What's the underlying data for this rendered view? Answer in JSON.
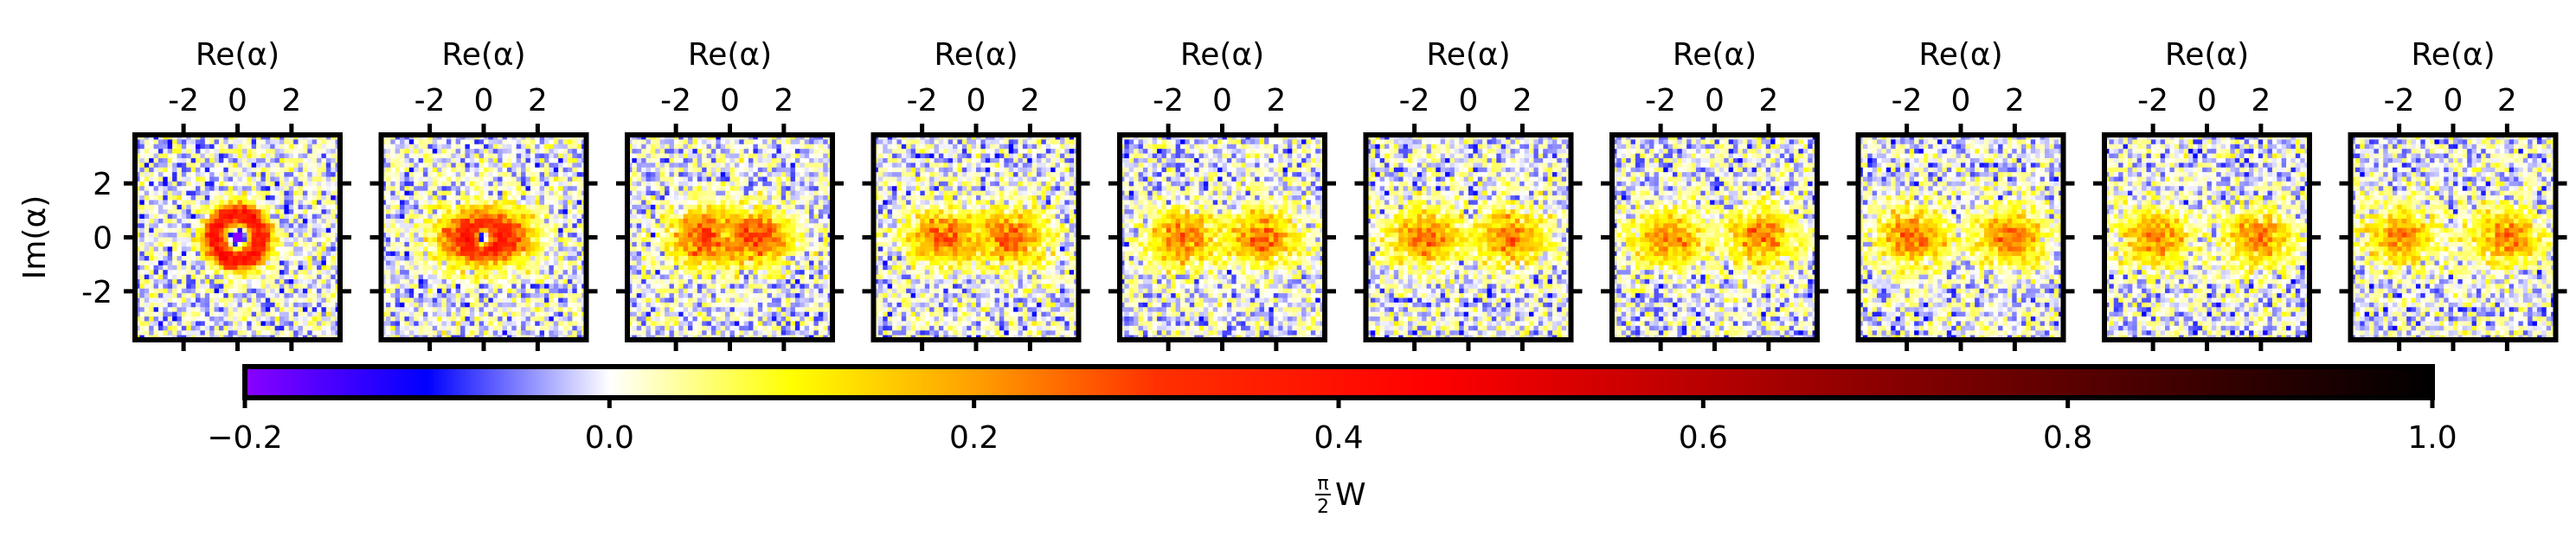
{
  "chart_data": {
    "type": "heatmap",
    "panel_count": 10,
    "x_axis": {
      "label": "Re(α)",
      "ticks": [
        -2,
        0,
        2
      ],
      "tick_labels": [
        "-2",
        "0",
        "2"
      ],
      "range": [
        -3.8,
        3.8
      ],
      "position": "top"
    },
    "y_axis": {
      "label": "Im(α)",
      "ticks": [
        2,
        0,
        -2
      ],
      "tick_labels": [
        "2",
        "0",
        "-2"
      ],
      "range": [
        -3.8,
        3.8
      ],
      "shown_on": "first panel"
    },
    "colorbar": {
      "label_fraction_numerator": "π",
      "label_fraction_denominator": "2",
      "label_symbol": "W",
      "range": [
        -0.2,
        1.0
      ],
      "ticks": [
        -0.2,
        0.0,
        0.2,
        0.4,
        0.6,
        0.8,
        1.0
      ],
      "tick_labels": [
        "−0.2",
        "0.0",
        "0.2",
        "0.4",
        "0.6",
        "0.8",
        "1.0"
      ],
      "colormap_stops": [
        {
          "value": -0.2,
          "color": "#8a00ff"
        },
        {
          "value": -0.1,
          "color": "#0000ff"
        },
        {
          "value": 0.0,
          "color": "#ffffff"
        },
        {
          "value": 0.1,
          "color": "#ffff00"
        },
        {
          "value": 0.2,
          "color": "#ffa000"
        },
        {
          "value": 0.3,
          "color": "#ff3000"
        },
        {
          "value": 0.45,
          "color": "#ff0000"
        },
        {
          "value": 0.65,
          "color": "#a00000"
        },
        {
          "value": 1.0,
          "color": "#000000"
        }
      ]
    },
    "panels": [
      {
        "index": 1,
        "lobe_separation": 0.0,
        "peak_W": 0.4,
        "central_dip": 0.55
      },
      {
        "index": 2,
        "lobe_separation": 0.6,
        "peak_W": 0.4,
        "central_dip": 0.45
      },
      {
        "index": 3,
        "lobe_separation": 1.0,
        "peak_W": 0.36,
        "central_dip": 0.3
      },
      {
        "index": 4,
        "lobe_separation": 1.3,
        "peak_W": 0.34,
        "central_dip": 0.18
      },
      {
        "index": 5,
        "lobe_separation": 1.5,
        "peak_W": 0.32,
        "central_dip": 0.1
      },
      {
        "index": 6,
        "lobe_separation": 1.6,
        "peak_W": 0.32,
        "central_dip": 0.08
      },
      {
        "index": 7,
        "lobe_separation": 1.7,
        "peak_W": 0.3,
        "central_dip": 0.08
      },
      {
        "index": 8,
        "lobe_separation": 1.8,
        "peak_W": 0.32,
        "central_dip": 0.06
      },
      {
        "index": 9,
        "lobe_separation": 1.9,
        "peak_W": 0.3,
        "central_dip": 0.05
      },
      {
        "index": 10,
        "lobe_separation": 2.0,
        "peak_W": 0.3,
        "central_dip": 0.05
      }
    ],
    "grid": false,
    "noise_amplitude": 0.09
  }
}
